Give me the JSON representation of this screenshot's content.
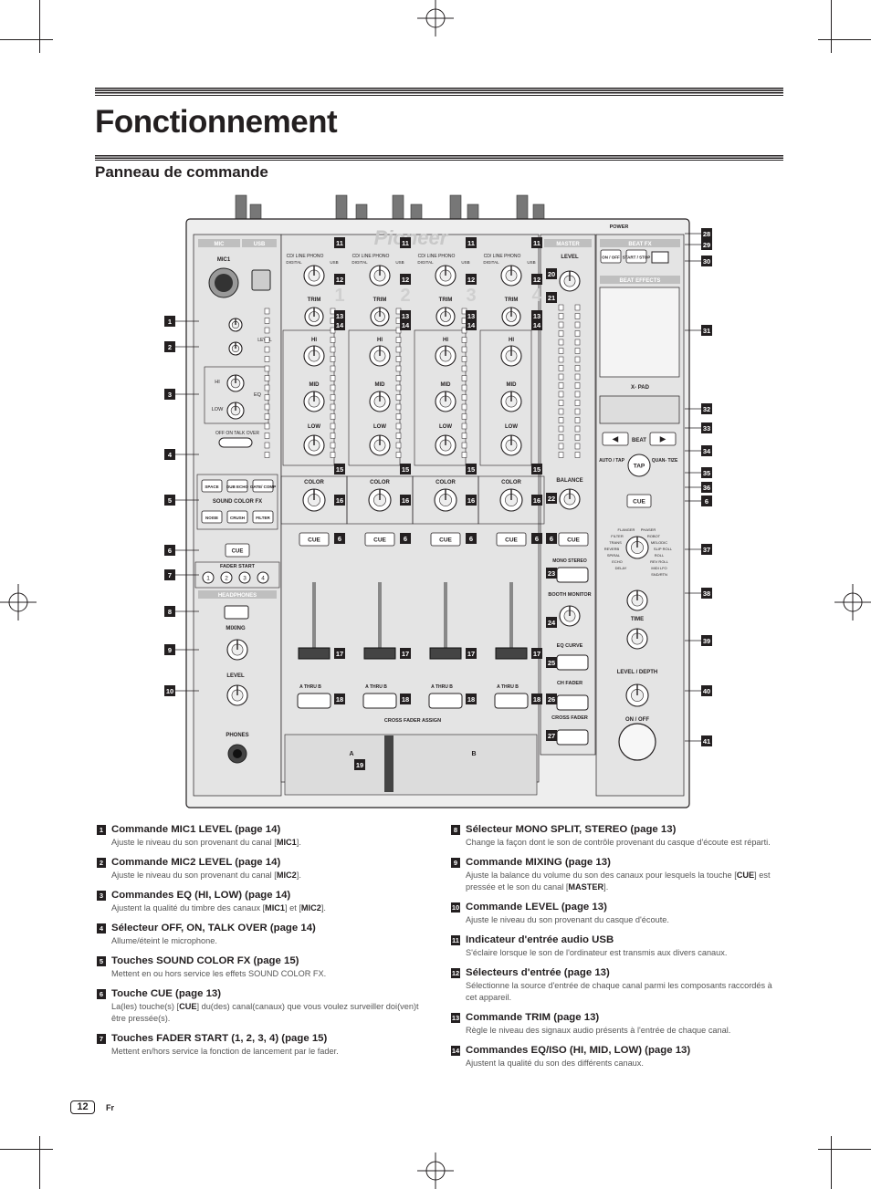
{
  "page": {
    "title": "Fonctionnement",
    "section": "Panneau de commande",
    "page_number": "12",
    "lang": "Fr"
  },
  "panel": {
    "brand": "Pioneer",
    "section_labels": [
      "MIC",
      "USB",
      "MASTER",
      "BEAT FX",
      "BEAT EFFECTS",
      "HEADPHONES"
    ],
    "channel_numbers": [
      "1",
      "2",
      "3",
      "4"
    ],
    "labels": {
      "mic1": "MIC1",
      "level": "LEVEL",
      "eq": "EQ",
      "hi": "HI",
      "mid": "MID",
      "low": "LOW",
      "trim": "TRIM",
      "color": "COLOR",
      "cue": "CUE",
      "sound_color_fx": "SOUND COLOR FX",
      "fader_start": "FADER START",
      "mixing": "MIXING",
      "phones": "PHONES",
      "balance": "BALANCE",
      "booth_monitor": "BOOTH MONITOR",
      "eq_curve": "EQ CURVE",
      "ch_fader": "CH FADER",
      "cross_fader": "CROSS FADER",
      "cross_fader_assign": "CROSS FADER ASSIGN",
      "time": "TIME",
      "level_depth": "LEVEL / DEPTH",
      "on_off": "ON / OFF",
      "xpad": "X- PAD",
      "beat": "BEAT",
      "tap": "TAP",
      "auto_tap": "AUTO / TAP",
      "quantize": "QUAN- TIZE",
      "power": "POWER",
      "start_stop": "START / STOP",
      "input_select": "CD/ LINE  PHONO",
      "digital": "DIGITAL",
      "usb": "USB",
      "mono_stereo": "MONO    STEREO",
      "a_thru_b": "A   THRU   B",
      "off_on_talk": "OFF   ON   TALK OVER"
    },
    "fx_buttons": [
      "SPACE",
      "DUB ECHO",
      "GATE/ COMP",
      "NOISE",
      "CRUSH",
      "FILTER"
    ],
    "fader_start_buttons": [
      "1",
      "2",
      "3",
      "4"
    ],
    "beat_fx_modes": [
      "FLANGER",
      "PHASER",
      "FILTER",
      "ROBOT",
      "TRANS",
      "MELODIC",
      "REVERB",
      "SLIP ROLL",
      "SPIRAL",
      "ROLL",
      "ECHO",
      "REV ROLL",
      "DELAY",
      "MIDI LFO",
      "SND/RTN"
    ],
    "callouts": {
      "left": [
        "1",
        "2",
        "3",
        "4",
        "5",
        "6",
        "7",
        "8",
        "9",
        "10"
      ],
      "right": [
        "28",
        "29",
        "30",
        "31",
        "32",
        "33",
        "34",
        "35",
        "36",
        "6",
        "37",
        "38",
        "39",
        "40",
        "41"
      ],
      "channel": [
        "11",
        "12",
        "13",
        "14",
        "15",
        "16",
        "6",
        "17",
        "18"
      ],
      "master": [
        "20",
        "21",
        "22",
        "6",
        "23",
        "24",
        "25",
        "26",
        "27"
      ],
      "xfader": "19"
    }
  },
  "items": [
    {
      "n": "1",
      "title": "Commande MIC1 LEVEL (page 14)",
      "desc": "Ajuste le niveau du son provenant du canal [MIC1]."
    },
    {
      "n": "2",
      "title": "Commande MIC2 LEVEL (page 14)",
      "desc": "Ajuste le niveau du son provenant du canal [MIC2]."
    },
    {
      "n": "3",
      "title": "Commandes EQ (HI, LOW) (page 14)",
      "desc": "Ajustent la qualité du timbre des canaux [MIC1] et [MIC2]."
    },
    {
      "n": "4",
      "title": "Sélecteur OFF, ON, TALK OVER (page 14)",
      "desc": "Allume/éteint le microphone."
    },
    {
      "n": "5",
      "title": "Touches SOUND COLOR FX (page 15)",
      "desc": "Mettent en ou hors service les effets SOUND COLOR FX."
    },
    {
      "n": "6",
      "title": "Touche CUE (page 13)",
      "desc": "La(les) touche(s) [CUE] du(des) canal(canaux) que vous voulez surveiller doi(ven)t être pressée(s)."
    },
    {
      "n": "7",
      "title": "Touches FADER START (1, 2, 3, 4) (page 15)",
      "desc": "Mettent en/hors service la fonction de lancement par le fader."
    },
    {
      "n": "8",
      "title": "Sélecteur MONO SPLIT, STEREO (page 13)",
      "desc": "Change la façon dont le son de contrôle provenant du casque d'écoute est réparti."
    },
    {
      "n": "9",
      "title": "Commande MIXING (page 13)",
      "desc": "Ajuste la balance du volume du son des canaux pour lesquels la touche [CUE] est pressée et le son du canal [MASTER]."
    },
    {
      "n": "10",
      "title": "Commande LEVEL (page 13)",
      "desc": "Ajuste le niveau du son provenant du casque d'écoute."
    },
    {
      "n": "11",
      "title": "Indicateur d'entrée audio USB",
      "desc": "S'éclaire lorsque le son de l'ordinateur est transmis aux divers canaux."
    },
    {
      "n": "12",
      "title": "Sélecteurs d'entrée (page 13)",
      "desc": "Sélectionne la source d'entrée de chaque canal parmi les composants raccordés à cet appareil."
    },
    {
      "n": "13",
      "title": "Commande TRIM (page 13)",
      "desc": "Règle le niveau des signaux audio présents à l'entrée de chaque canal."
    },
    {
      "n": "14",
      "title": "Commandes EQ/ISO (HI, MID, LOW) (page 13)",
      "desc": "Ajustent la qualité du son des différents canaux."
    }
  ]
}
